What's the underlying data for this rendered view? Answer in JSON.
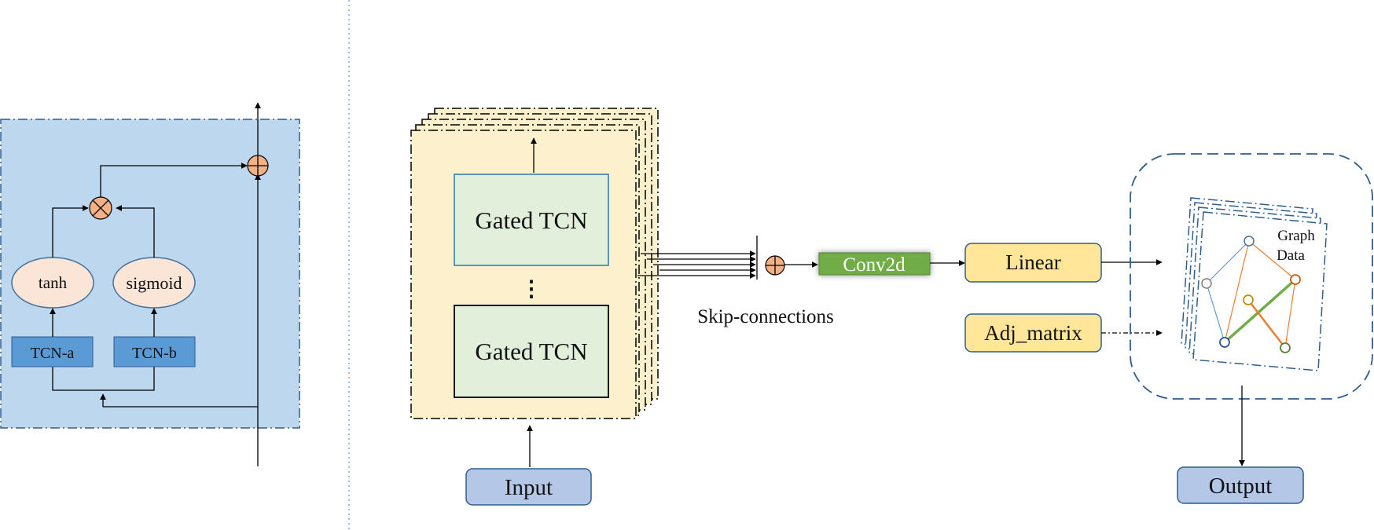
{
  "gated_unit": {
    "activations": [
      "tanh",
      "sigmoid"
    ],
    "convs": [
      "TCN-a",
      "TCN-b"
    ]
  },
  "stack": {
    "blocks": [
      "Gated TCN",
      "Gated TCN"
    ],
    "ellipsis": "⋮"
  },
  "input_label": "Input",
  "skip_label": "Skip-connections",
  "conv_label": "Conv2d",
  "linear_label": "Linear",
  "adj_label": "Adj_matrix",
  "graph_label_line1": "Graph",
  "graph_label_line2": "Data",
  "output_label": "Output",
  "colors": {
    "gated_panel": "#bdd7ee",
    "stack_fill": "#fdf0cd",
    "tcn_fill": "#e2efda",
    "activation_fill": "#fbe5d6",
    "conv_box": "#5b9bd5",
    "io_box": "#b4c7e7",
    "yellow_box": "#ffe699",
    "conv2d": "#70ad47",
    "operator": "#f4b183",
    "border_blue": "#2e5e8e"
  },
  "icons": [
    "multiply-icon",
    "plus-icon"
  ]
}
